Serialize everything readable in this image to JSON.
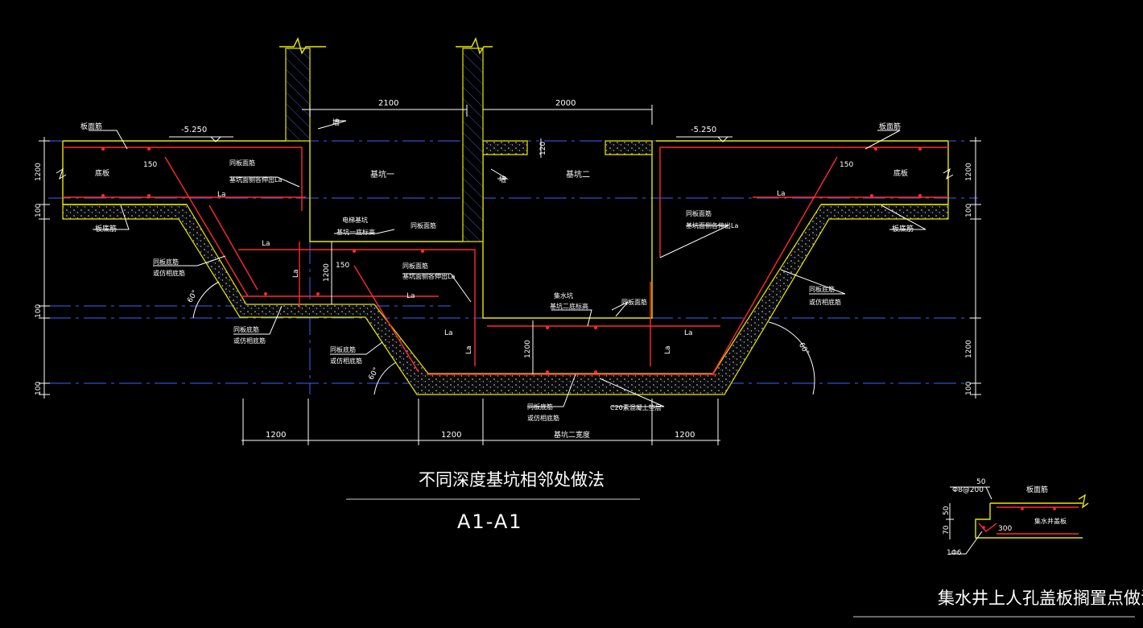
{
  "section_title": "不同深度基坑相邻处做法",
  "section_id": "A1-A1",
  "detail_title": "集水井上人孔盖板搁置点做法",
  "elevation_left": "-5.250",
  "elevation_right": "-5.250",
  "dims": {
    "pit1_width": "2100",
    "pit2_width": "2000",
    "bottom_1200_a": "1200",
    "bottom_1200_b": "1200",
    "bottom_1200_c": "1200",
    "bottom_pit2_width": "基坑二宽度",
    "left_1200": "1200",
    "left_100a": "100",
    "left_100b": "100",
    "left_100c": "100",
    "right_1200a": "1200",
    "right_1200b": "1200",
    "right_100a": "100",
    "right_100b": "100",
    "mid_1200": "1200",
    "mid_1200b": "1200",
    "v120": "120",
    "d150a": "150",
    "d150b": "150",
    "la": "La"
  },
  "labels": {
    "slab_top_l": "板面筋",
    "slab_top_r": "板面筋",
    "slab_l": "底板",
    "slab_r": "底板",
    "slab_bot_l": "板底筋",
    "slab_bot_r": "板底筋",
    "pit1": "基坑一",
    "pit2": "基坑二",
    "wall1": "墙",
    "wall2": "墙",
    "same_slab_face_l1": "同板面筋",
    "same_slab_face_l2": "基坑面侧各伸出La",
    "elev_pit_1": "电梯基坑",
    "elev_pit_2": "基坑一底标高",
    "same_face_mid": "同板面筋",
    "same_face_m1": "同板面筋",
    "same_face_m2": "基坑面侧各伸出La",
    "same_bot_l1": "同板底筋",
    "same_bot_l2": "或仿相底筋",
    "same_bot_l3": "同板底筋",
    "same_bot_l4": "或仿相底筋",
    "same_bot_m1": "同板底筋",
    "same_bot_m2": "或仿相底筋",
    "sump_1": "集水坑",
    "sump_2": "基坑二底标高",
    "same_face_r": "同板面筋",
    "same_face_r1": "同板面筋",
    "same_face_r2": "基坑面侧各伸出La",
    "same_bot_r1": "同板底筋",
    "same_bot_r2": "或仿相底筋",
    "same_bot_b1": "同板底筋",
    "same_bot_b2": "或仿相底筋",
    "c20": "C20素混凝土垫层",
    "angle60a": "60°",
    "angle60b": "60°",
    "angle60c": "60°"
  },
  "detail": {
    "rebar": "Φ8@200",
    "d50": "50",
    "d50v": "50",
    "d70": "70",
    "d300": "300",
    "d1d6": "1Φ6",
    "top_label": "板面筋",
    "cover_label": "集水井盖板"
  },
  "colors": {
    "background": "#000000",
    "concrete_outline": "#e8e800",
    "rebar": "#ff2a2a",
    "axis": "#3a62ff",
    "text": "#ffffff"
  }
}
